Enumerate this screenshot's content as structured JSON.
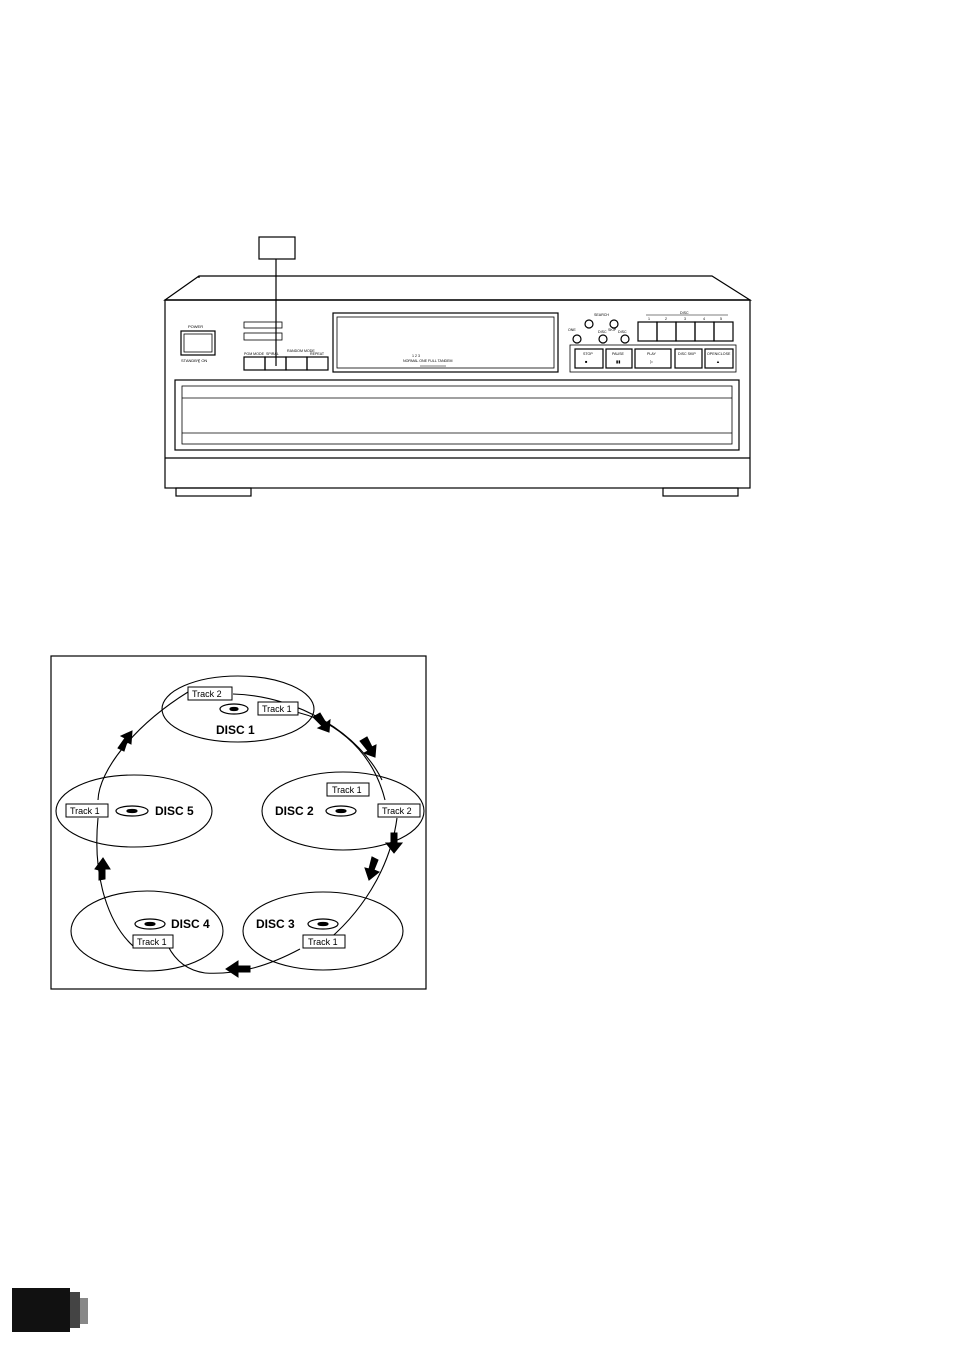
{
  "player": {
    "callout_label": "",
    "power_label": "POWER",
    "standby_label": "STANDBY",
    "mode_buttons": [
      "PGM MODE",
      "SPIRAL",
      "RANDOM MODE",
      "REPEAT"
    ],
    "mode_upper_labels": [
      "",
      "",
      "",
      ""
    ],
    "display_modes": "NORMAL  ONE  FULL  TANDEM",
    "display_numbers": "1   2   3",
    "search_label": "SEARCH",
    "jog_labels": [
      "ONE",
      "DISC",
      "SKIP",
      "DISC"
    ],
    "disc_numbers": [
      "1",
      "2",
      "3",
      "4",
      "5"
    ],
    "disc_header": "DISC",
    "transport_buttons": [
      "STOP",
      "PAUSE",
      "PLAY",
      "DISC SKIP",
      "OPEN/CLOSE"
    ]
  },
  "diagram": {
    "discs": [
      {
        "name": "DISC 1",
        "tracks": [
          "Track 2",
          "Track 1"
        ]
      },
      {
        "name": "DISC 2",
        "tracks": [
          "Track 1",
          "Track 2"
        ]
      },
      {
        "name": "DISC 3",
        "tracks": [
          "Track 1"
        ]
      },
      {
        "name": "DISC 4",
        "tracks": [
          "Track 1"
        ]
      },
      {
        "name": "DISC 5",
        "tracks": [
          "Track 1"
        ]
      }
    ]
  }
}
